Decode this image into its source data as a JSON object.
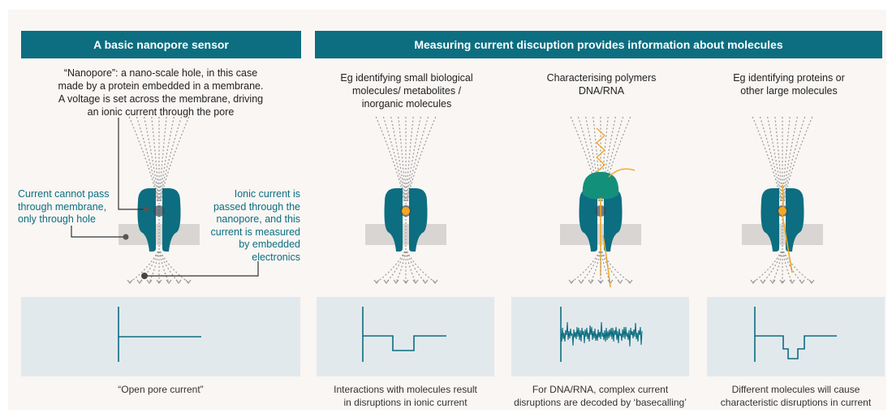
{
  "headers": {
    "left": "A basic nanopore sensor",
    "right": "Measuring current discuption provides information about molecules"
  },
  "intro_text": [
    "“Nanopore”: a nano-scale hole, in this case",
    "made by a protein embedded in a membrane.",
    "A voltage is set across the membrane, driving",
    "an ionic current through the pore"
  ],
  "left_callout": [
    "Current cannot pass",
    "through membrane,",
    "only through hole"
  ],
  "right_callout": [
    "Ionic current is",
    "passed through the",
    "nanopore, and this",
    "current is measured",
    "by embedded",
    "electronics"
  ],
  "columns": [
    {
      "title": [
        "Eg identifying small biological",
        "molecules/ metabolites /",
        "inorganic molecules"
      ],
      "caption": [
        "Interactions with molecules result",
        "in disruptions in ionic current"
      ]
    },
    {
      "title": [
        "Characterising polymers",
        "DNA/RNA"
      ],
      "caption": [
        "For DNA/RNA, complex current",
        "disruptions are decoded by ‘basecalling’"
      ]
    },
    {
      "title": [
        "Eg identifying proteins or",
        "other large molecules"
      ],
      "caption": [
        "Different molecules will cause",
        "characteristic disruptions in current"
      ]
    }
  ],
  "open_pore_caption": "“Open pore current”",
  "colors": {
    "header": "#0c6e80",
    "pore": "#0c6e80",
    "membrane": "#d8d5d2",
    "trace": "#0c6e80",
    "trace_bg": "#e2e9ed",
    "molecule": "#f3a81f",
    "motor_protein": "#13907a"
  }
}
